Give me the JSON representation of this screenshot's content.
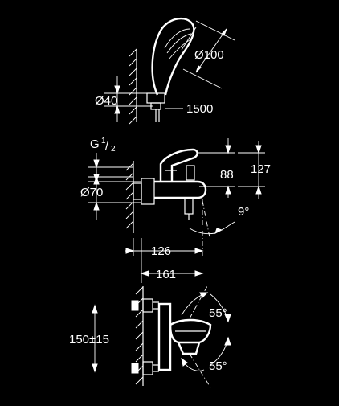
{
  "colors": {
    "background": "#000000",
    "line": "#ffffff"
  },
  "shower": {
    "head_diameter": "Ø100",
    "holder_diameter": "Ø40",
    "hose_length": "1500"
  },
  "side_view": {
    "thread_main": "G",
    "thread_num": "1",
    "thread_den": "2",
    "rosette_diameter": "Ø70",
    "height_small": "88",
    "height_total": "127",
    "angle": "9°",
    "projection_spout": "126",
    "projection_total": "161"
  },
  "front_view": {
    "centre_distance": "150±15",
    "angle_top": "55°",
    "angle_bottom": "55°"
  }
}
